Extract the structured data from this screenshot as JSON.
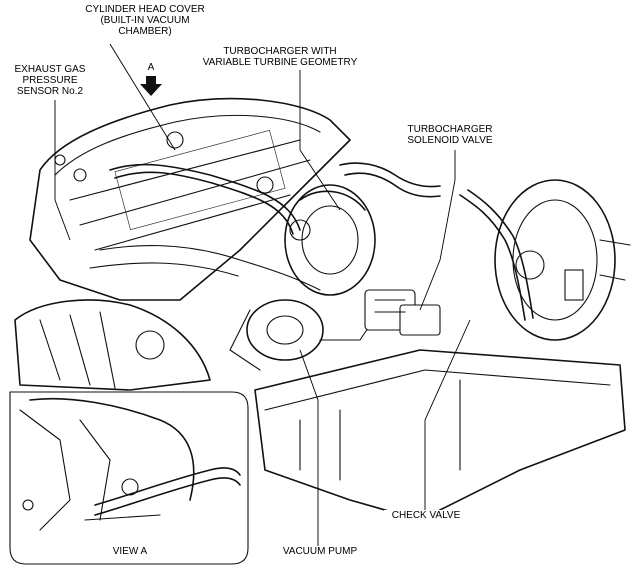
{
  "labels": {
    "cylinder_head_cover": "CYLINDER HEAD COVER\n(BUILT-IN VACUUM\nCHAMBER)",
    "turbocharger_vtg": "TURBOCHARGER WITH\nVARIABLE TURBINE GEOMETRY",
    "exhaust_gas_sensor": "EXHAUST GAS\nPRESSURE\nSENSOR No.2",
    "view_arrow": "A",
    "turbocharger_solenoid": "TURBOCHARGER\nSOLENOID VALVE",
    "view_a": "VIEW A",
    "vacuum_pump": "VACUUM PUMP",
    "check_valve": "CHECK VALVE"
  }
}
